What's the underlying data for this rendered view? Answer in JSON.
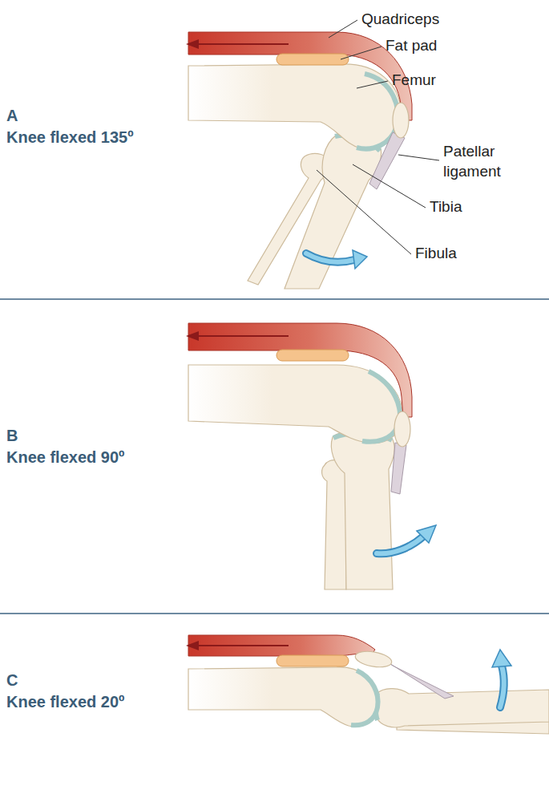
{
  "diagram": {
    "labels": [
      "Quadriceps",
      "Fat pad",
      "Femur",
      "Patellar ligament",
      "Tibia",
      "Fibula",
      "A",
      "Knee flexed 135º",
      "B",
      "Knee flexed 90º",
      "C",
      "Knee flexed 20º"
    ]
  }
}
